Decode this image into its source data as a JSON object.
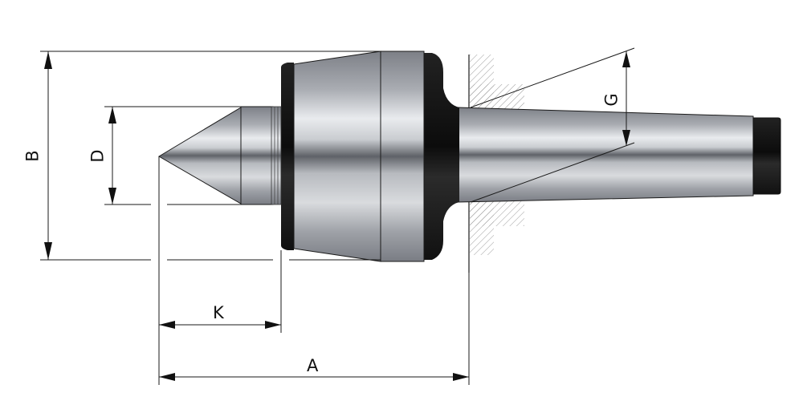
{
  "diagram": {
    "subject": "Live center with Morse taper shank",
    "dimensions": {
      "A": "A",
      "B": "B",
      "D": "D",
      "G": "G",
      "K": "K"
    },
    "colors": {
      "line": "#1a1a1a",
      "steel_dark": "#6e7178",
      "steel_light": "#eef0f2",
      "black_part": "#111111",
      "hatch": "#9a9a9a"
    }
  }
}
